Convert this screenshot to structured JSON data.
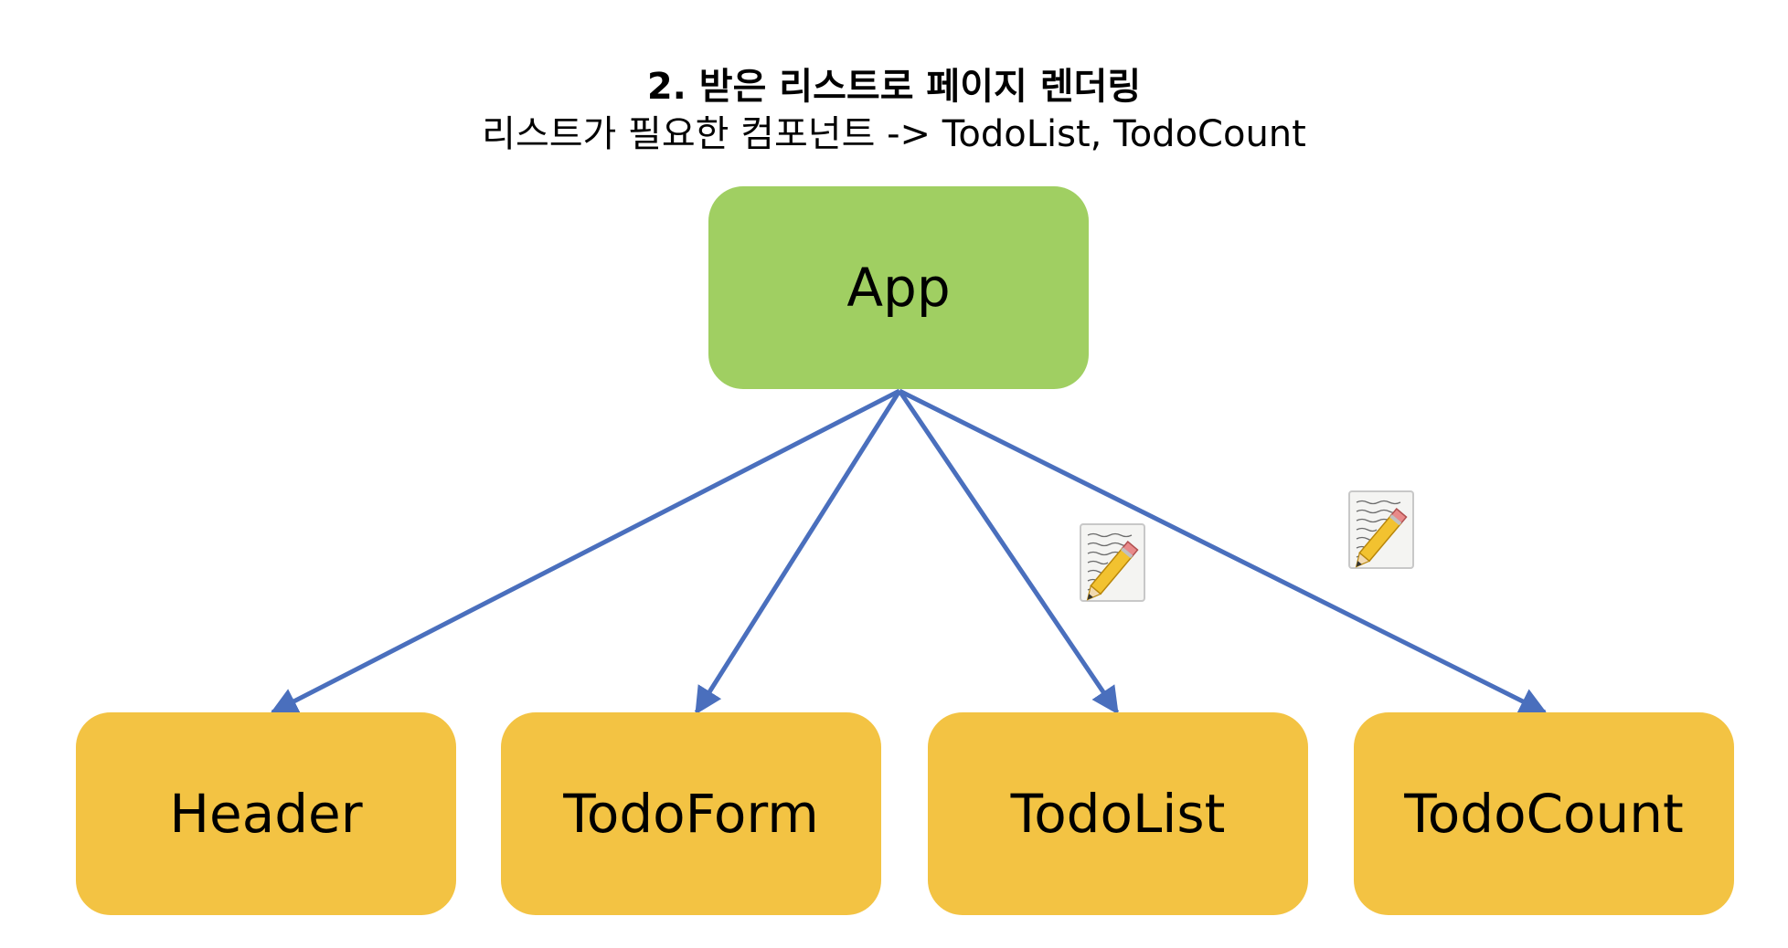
{
  "heading": {
    "title": "2. 받은 리스트로 페이지 렌더링",
    "subtitle": "리스트가 필요한 컴포넌트 -> TodoList,  TodoCount"
  },
  "nodes": {
    "app": "App",
    "header": "Header",
    "todoform": "TodoForm",
    "todolist": "TodoList",
    "todocount": "TodoCount"
  },
  "marks": [
    {
      "target": "TodoList",
      "icon": "memo-icon"
    },
    {
      "target": "TodoCount",
      "icon": "memo-icon"
    }
  ],
  "colors": {
    "app_fill": "#a0cf62",
    "child_fill": "#f3c343",
    "arrow": "#4a6fbd",
    "text": "#000000"
  }
}
